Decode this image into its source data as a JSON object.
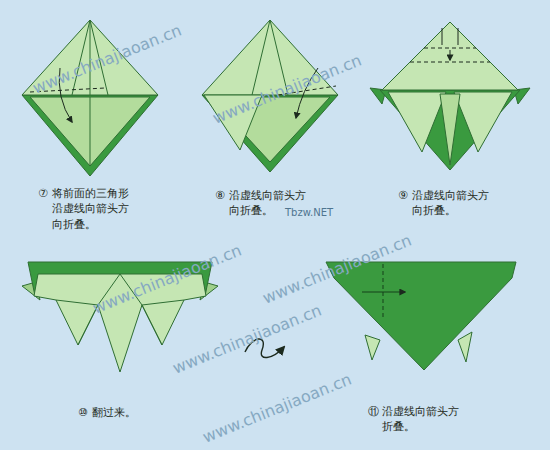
{
  "diagram": {
    "labels": [
      "www.chinajiaoan.cn",
      "www.chinajiaoan.cn",
      "⑦",
      "将前面的三角形 沿虚线向箭头方 向折叠。",
      "⑧",
      "沿虚线向箭头方 向折叠。",
      "Tbzw.NET",
      "⑨",
      "沿虚线向箭头方 向折叠。",
      "www.chinajiaoan.cn",
      "www.chinajiaoan.cn",
      "www.chinajiaoan.cn",
      "⑩",
      "翻过来。",
      "www.chinajiaoan.cn",
      "⑪",
      "沿虚线向箭头方 折叠。"
    ]
  }
}
